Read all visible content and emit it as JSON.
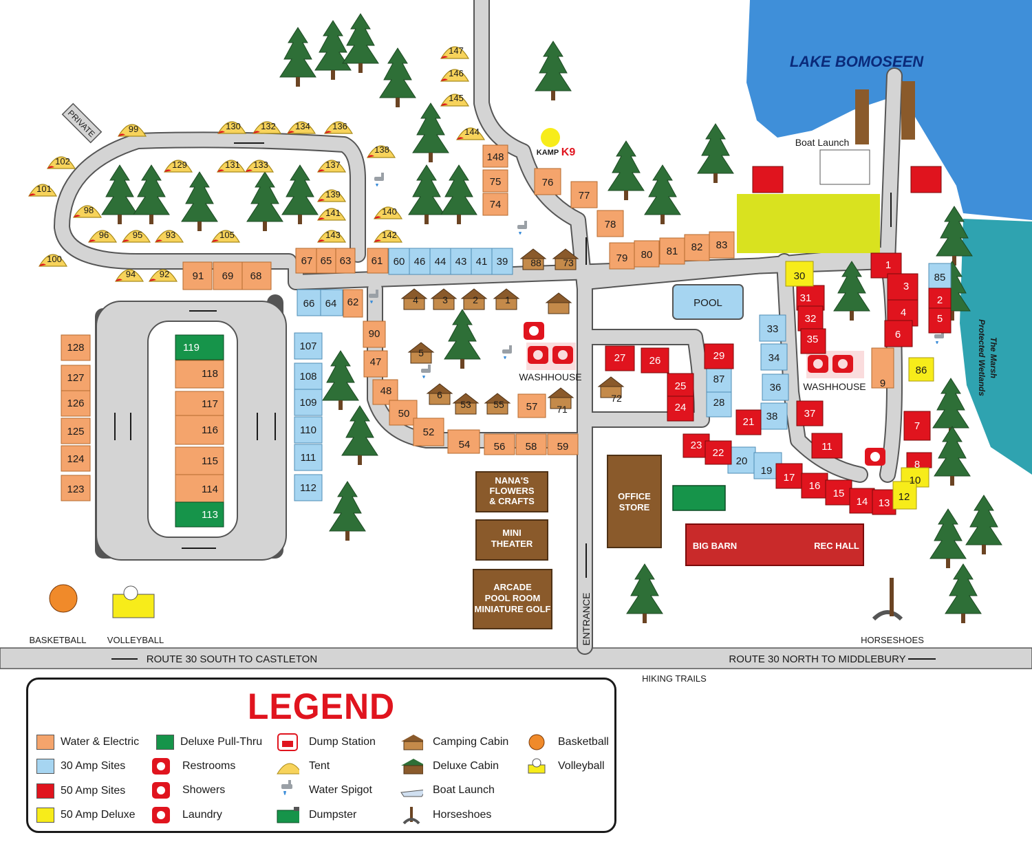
{
  "title": "LAKE BOMOSEEN",
  "colors": {
    "water_electric": "#f4a46c",
    "amp30": "#a6d5f1",
    "amp50": "#e0141e",
    "amp50_deluxe": "#f7ec1a",
    "deluxe_pull_thru": "#16944a",
    "road": "#d4d4d4",
    "lake": "#3f8fd9",
    "tree": "#2e6f37",
    "barn": "#c92a2a",
    "building": "#8a5a2b",
    "field": "#d9e21f"
  },
  "labels": {
    "boat_launch": "Boat Launch",
    "private": "PRIVATE",
    "kamp": "KAMP",
    "k9": "K9",
    "pool": "POOL",
    "washhouse_1": "WASHHOUSE",
    "washhouse_2": "WASHHOUSE",
    "marsh_line1": "The Marsh",
    "marsh_line2": "Protected Wetlands",
    "nanas_line1": "NANA'S",
    "nanas_line2": "FLOWERS",
    "nanas_line3": "& CRAFTS",
    "mini_line1": "MINI",
    "mini_line2": "THEATER",
    "arcade_line1": "ARCADE",
    "arcade_line2": "POOL ROOM",
    "arcade_line3": "MINIATURE GOLF",
    "office_line1": "OFFICE",
    "office_line2": "STORE",
    "big_barn": "BIG BARN",
    "rec_hall": "REC HALL",
    "entrance": "ENTRANCE",
    "basketball": "BASKETBALL",
    "volleyball": "VOLLEYBALL",
    "horseshoes": "HORSESHOES",
    "route_south": "ROUTE 30 SOUTH TO CASTLETON",
    "route_north": "ROUTE 30 NORTH TO MIDDLEBURY",
    "hiking": "HIKING TRAILS"
  },
  "sites": {
    "water_electric": [
      "128",
      "127",
      "126",
      "125",
      "124",
      "123",
      "91",
      "69",
      "68",
      "67",
      "65",
      "63",
      "61",
      "62",
      "90",
      "47",
      "48",
      "50",
      "52",
      "54",
      "56",
      "58",
      "59",
      "57",
      "148",
      "75",
      "74",
      "76",
      "77",
      "78",
      "79",
      "80",
      "81",
      "82",
      "83",
      "9"
    ],
    "amp30": [
      "66",
      "64",
      "60",
      "46",
      "44",
      "43",
      "41",
      "39",
      "107",
      "108",
      "109",
      "110",
      "111",
      "112",
      "85",
      "33",
      "34",
      "36",
      "38",
      "87",
      "28",
      "20",
      "19"
    ],
    "amp50": [
      "1",
      "3",
      "4",
      "6",
      "2",
      "5",
      "7",
      "8",
      "31",
      "32",
      "35",
      "37",
      "11",
      "27",
      "26",
      "29",
      "25",
      "24",
      "21",
      "23",
      "22",
      "17",
      "16",
      "15",
      "14",
      "13"
    ],
    "amp50_deluxe": [
      "30",
      "86",
      "10",
      "12"
    ],
    "deluxe_pull_thru": [
      "119",
      "113"
    ],
    "pull_thru_orange": [
      "118",
      "117",
      "116",
      "115",
      "114"
    ]
  },
  "tents": [
    "147",
    "146",
    "145",
    "144",
    "138",
    "137",
    "139",
    "141",
    "143",
    "140",
    "142",
    "136",
    "134",
    "132",
    "130",
    "129",
    "131",
    "133",
    "99",
    "102",
    "101",
    "98",
    "96",
    "95",
    "93",
    "105",
    "100",
    "94",
    "92"
  ],
  "cabins": [
    "4",
    "3",
    "2",
    "1",
    "5",
    "6",
    "53",
    "55",
    "88",
    "73",
    "71",
    "72"
  ],
  "legend": {
    "title": "LEGEND",
    "items": [
      {
        "label": "Water & Electric"
      },
      {
        "label": "30 Amp Sites"
      },
      {
        "label": "50 Amp Sites"
      },
      {
        "label": "50 Amp Deluxe"
      },
      {
        "label": "Deluxe Pull-Thru"
      },
      {
        "label": "Restrooms"
      },
      {
        "label": "Showers"
      },
      {
        "label": "Laundry"
      },
      {
        "label": "Dump Station"
      },
      {
        "label": "Tent"
      },
      {
        "label": "Water Spigot"
      },
      {
        "label": "Dumpster"
      },
      {
        "label": "Camping Cabin"
      },
      {
        "label": "Deluxe Cabin"
      },
      {
        "label": "Boat Launch"
      },
      {
        "label": "Horseshoes"
      },
      {
        "label": "Basketball"
      },
      {
        "label": "Volleyball"
      }
    ]
  }
}
